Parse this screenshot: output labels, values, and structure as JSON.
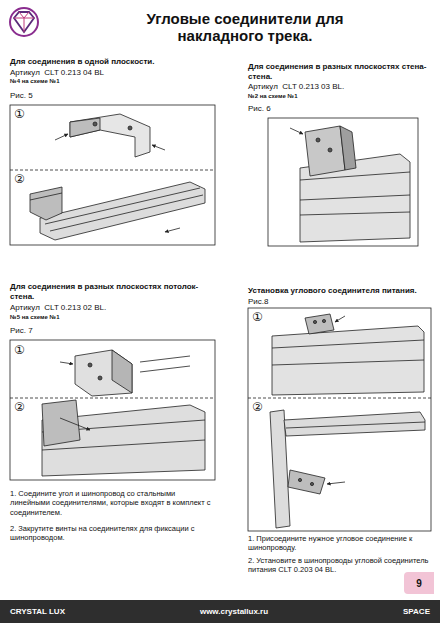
{
  "diagram": {
    "title": "Угловые соединители для накладного трека.",
    "nodes": [
      {
        "text": [
          "CRYSTAL LUX",
          "www.crystallux.ru",
          "SPACE"
        ]
      },
      {
        "text": [
          "9"
        ]
      }
    ],
    "labels": [
      "Для соединения в одной плоскости.",
      "Артикул  CLT 0.213 04 BL",
      "№4 на схеме №1",
      "Рис. 5",
      "Для соединения в разных плоскостях стена-стена.",
      "Артикул  CLT 0.213 03 BL.",
      "№2 на схеме №1",
      "Рис. 6",
      "①",
      "②",
      "Для соединения в разных плоскостях потолок-стена.",
      "Артикул  CLT 0.213 02 BL.",
      "№5 на схеме №1",
      "Рис. 7",
      "①",
      "②",
      "1. Соедините угол и шинопровод со стальными линейными соединителями, которые входят в комплект с соединителем.",
      "2. Закрутите винты на соединителях для фиксации с  шинопроводом.",
      "Установка углового соединителя питания.",
      "Рис.8",
      "①",
      "②",
      "1. Присоедините нужное угловое соединение к шинопроводу.",
      "2. Установите в шинопроводы угловой соединитель питания CLT 0.203 04 BL."
    ]
  }
}
